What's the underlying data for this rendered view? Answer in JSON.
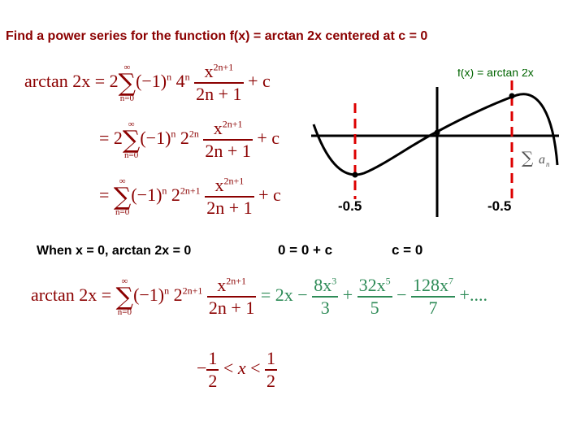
{
  "title": "Find a power series for the function  f(x) = arctan 2x centered at c = 0",
  "graph": {
    "label": "f(x) = arctan 2x",
    "left_marker": "-0.5",
    "right_marker": "-0.5",
    "sum_glyph": "∑",
    "sum_var": "a",
    "sum_sub": "n"
  },
  "derivation": {
    "line1": {
      "lhs": "arctan 2x",
      "eq": "=",
      "coef": "2",
      "sum_top": "∞",
      "sum_sym": "∑",
      "sum_bot": "n=0",
      "sign": "(−1)",
      "sign_exp": "n",
      "base": "4",
      "base_exp": "n",
      "num": "x",
      "num_exp": "2n+1",
      "den": "2n + 1",
      "tail": "+ c"
    },
    "line2": {
      "eq": "=",
      "coef": "2",
      "sum_top": "∞",
      "sum_sym": "∑",
      "sum_bot": "n=0",
      "sign": "(−1)",
      "sign_exp": "n",
      "base": "2",
      "base_exp": "2n",
      "num": "x",
      "num_exp": "2n+1",
      "den": "2n + 1",
      "tail": "+ c"
    },
    "line3": {
      "eq": "=",
      "sum_top": "∞",
      "sum_sym": "∑",
      "sum_bot": "n=0",
      "sign": "(−1)",
      "sign_exp": "n",
      "base": "2",
      "base_exp": "2n+1",
      "num": "x",
      "num_exp": "2n+1",
      "den": "2n + 1",
      "tail": "+ c"
    }
  },
  "condition": {
    "when": "When x = 0, arctan 2x = 0",
    "eq1": "0 = 0 + c",
    "eq2": "c = 0"
  },
  "final": {
    "lhs": "arctan 2x",
    "eq": "=",
    "sum_top": "∞",
    "sum_sym": "∑",
    "sum_bot": "n=0",
    "sign": "(−1)",
    "sign_exp": "n",
    "base": "2",
    "base_exp": "2n+1",
    "num": "x",
    "num_exp": "2n+1",
    "den": "2n + 1",
    "eq2": "=",
    "t1": "2x",
    "op1": "−",
    "t2_num": "8x",
    "t2_exp": "3",
    "t2_den": "3",
    "op2": "+",
    "t3_num": "32x",
    "t3_exp": "5",
    "t3_den": "5",
    "op3": "−",
    "t4_num": "128x",
    "t4_exp": "7",
    "t4_den": "7",
    "tail": "+...."
  },
  "interval": {
    "neg": "−",
    "l_num": "1",
    "l_den": "2",
    "lt1": "<",
    "var": "x",
    "lt2": "<",
    "r_num": "1",
    "r_den": "2"
  }
}
